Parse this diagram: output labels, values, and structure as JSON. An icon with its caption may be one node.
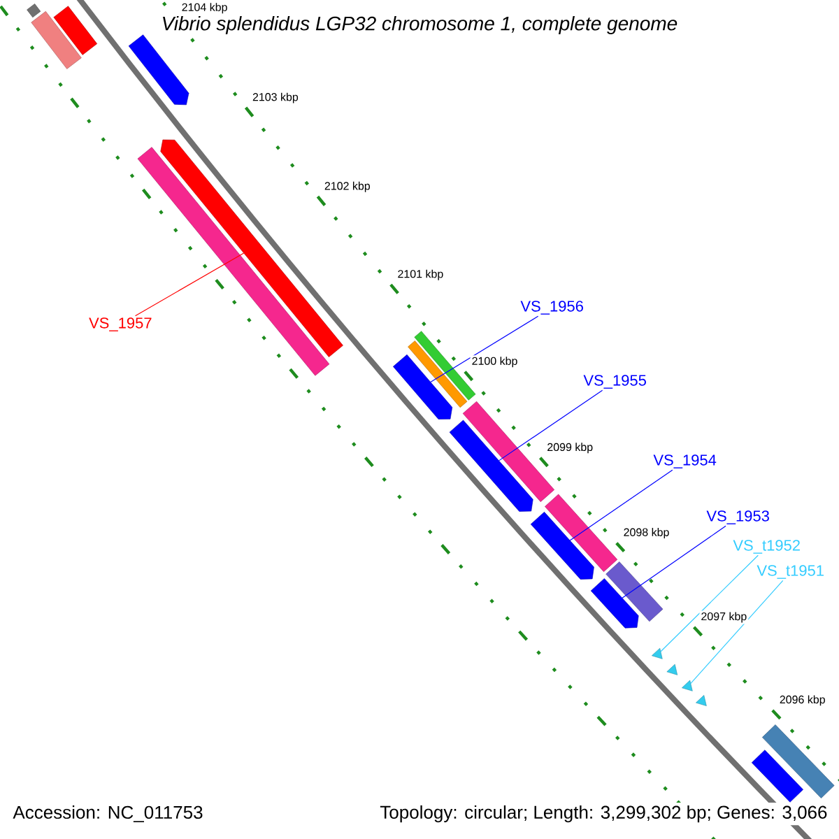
{
  "diagram": {
    "title": "Vibrio splendidus LGP32 chromosome 1, complete genome",
    "nodes": [
      {
        "text": [
          "VS_1957"
        ]
      },
      {
        "text": [],
        "shape": "arrow"
      },
      {
        "text": [
          "VS_1956"
        ]
      },
      {
        "text": [],
        "shape": "arrow"
      },
      {
        "text": [
          "VS_1955"
        ]
      },
      {
        "text": [],
        "shape": "arrow"
      },
      {
        "text": [
          "VS_1954"
        ]
      },
      {
        "text": [],
        "shape": "arrow"
      },
      {
        "text": [
          "VS_1953"
        ]
      },
      {
        "text": [],
        "shape": "arrow"
      },
      {
        "text": [
          "VS_t1952"
        ]
      },
      {
        "text": [],
        "shape": "triangle"
      },
      {
        "text": [
          "VS_t1951"
        ]
      },
      {
        "text": [],
        "shape": "triangle"
      },
      {
        "text": [],
        "shape": "arrow"
      },
      {
        "text": [],
        "shape": "bar"
      },
      {
        "text": [],
        "shape": "bar"
      },
      {
        "text": [],
        "shape": "bar"
      },
      {
        "text": [],
        "shape": "bar"
      },
      {
        "text": [],
        "shape": "bar"
      },
      {
        "text": [],
        "shape": "bar"
      },
      {
        "text": [],
        "shape": "bar"
      },
      {
        "text": [],
        "shape": "bar"
      },
      {
        "text": [],
        "shape": "bar"
      },
      {
        "text": [],
        "shape": "triangle"
      },
      {
        "text": [],
        "shape": "triangle"
      },
      {
        "text": [],
        "shape": "bar"
      },
      {
        "text": [],
        "shape": "bar"
      }
    ],
    "edges": [
      {
        "from": 0,
        "to": 1,
        "arrow": "none",
        "color": "#ff0000"
      },
      {
        "from": 2,
        "to": 3,
        "arrow": "none"
      },
      {
        "from": 4,
        "to": 5,
        "arrow": "none"
      },
      {
        "from": 6,
        "to": 7,
        "arrow": "none"
      },
      {
        "from": 8,
        "to": 9,
        "arrow": "none"
      },
      {
        "from": 10,
        "to": 11,
        "arrow": "none",
        "color": "#33ccff"
      },
      {
        "from": 12,
        "to": 13,
        "arrow": "none",
        "color": "#33ccff"
      }
    ],
    "labels": [
      "2104 kbp",
      "2103 kbp",
      "2102 kbp",
      "2101 kbp",
      "2100 kbp",
      "2099 kbp",
      "2098 kbp",
      "2097 kbp",
      "2096 kbp",
      "Accession: NC_011753",
      "Topology: circular; Length: 3,299,302 bp; Genes: 3,066"
    ]
  }
}
